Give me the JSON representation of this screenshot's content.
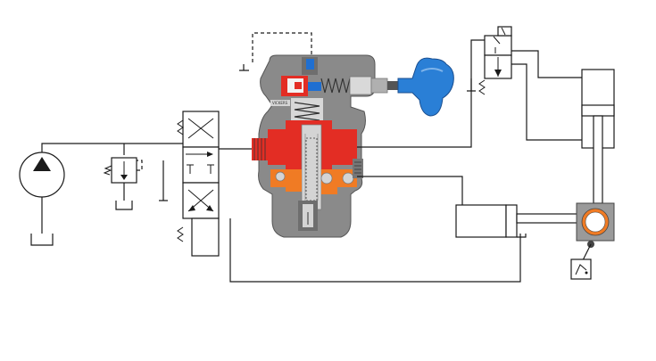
{
  "valve_body": {
    "nameplate_text": "VICKERS",
    "colors": {
      "body": "#8a8a8a",
      "body_dark": "#6e6e6e",
      "pressure": "#e32d24",
      "return": "#f07b24",
      "pilot": "#1f6fd1",
      "knob": "#2a7fd6",
      "spring": "#404040"
    }
  },
  "components": [
    {
      "name": "pump",
      "icon": "hydraulic-pump-icon"
    },
    {
      "name": "relief-valve",
      "icon": "relief-valve-icon"
    },
    {
      "name": "four-way-valve",
      "icon": "directional-valve-icon"
    },
    {
      "name": "sequence-valve",
      "icon": "pressure-valve-cutaway-icon"
    },
    {
      "name": "two-way-valve",
      "icon": "solenoid-valve-icon"
    },
    {
      "name": "vertical-cylinder",
      "icon": "cylinder-icon"
    },
    {
      "name": "horizontal-cylinder",
      "icon": "cylinder-icon"
    },
    {
      "name": "clamp",
      "icon": "clamp-ring-icon"
    },
    {
      "name": "pressure-switch",
      "icon": "pressure-switch-icon"
    }
  ]
}
